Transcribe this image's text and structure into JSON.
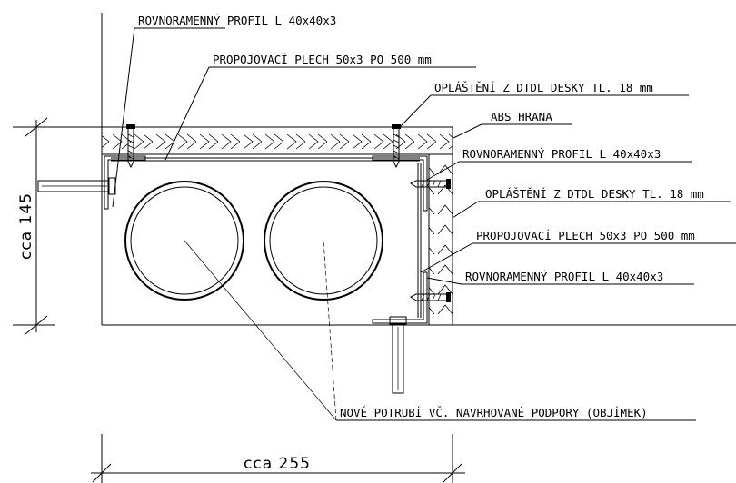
{
  "labels": {
    "l1": "ROVNORAMENNÝ PROFIL L 40x40x3",
    "l2": "PROPOJOVACÍ PLECH 50x3 PO 500 mm",
    "l3": "OPLÁŠTĚNÍ Z DTDL DESKY TL. 18 mm",
    "l4": "ABS HRANA",
    "l5": "ROVNORAMENNÝ PROFIL L 40x40x3",
    "l6": "OPLÁŠTĚNÍ Z DTDL DESKY TL. 18 mm",
    "l7": "PROPOJOVACÍ PLECH 50x3 PO 500 mm",
    "l8": "ROVNORAMENNÝ PROFIL L 40x40x3",
    "l9": "NOVÉ POTRUBÍ VČ. NAVRHOVANÉ PODPORY (OBJÍMEK)"
  },
  "dimensions": {
    "height": "cca 145",
    "width": "cca 255"
  }
}
